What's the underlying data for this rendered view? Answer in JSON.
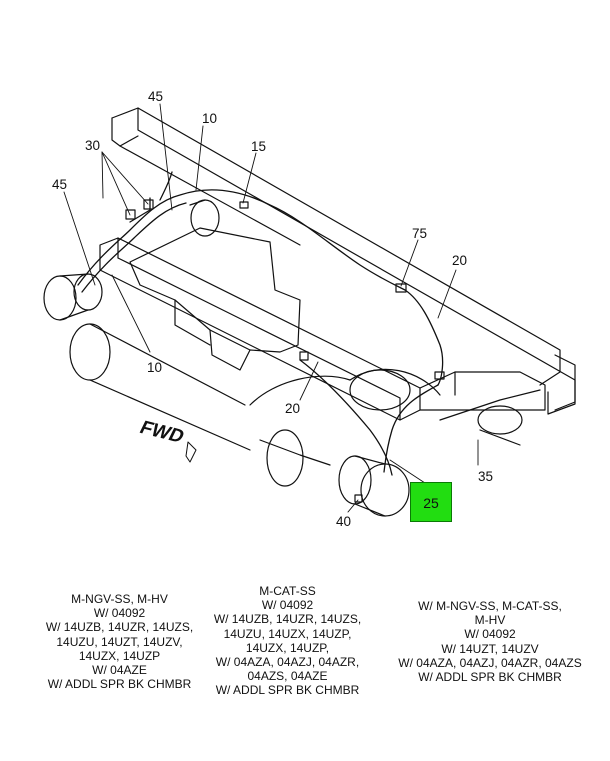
{
  "callouts": {
    "c45_top": "45",
    "c10_top": "10",
    "c15": "15",
    "c30": "30",
    "c45_left": "45",
    "c75": "75",
    "c20_right": "20",
    "c10_bottom": "10",
    "c20_bottom": "20",
    "c35": "35",
    "c40": "40",
    "c25": "25"
  },
  "fwd_label": "FWD",
  "highlight_color": "#22dd11",
  "notes": {
    "left": [
      "M-NGV-SS, M-HV",
      "W/ 04092",
      "W/ 14UZB, 14UZR, 14UZS,",
      "14UZU, 14UZT, 14UZV,",
      "14UZX, 14UZP",
      "W/ 04AZE",
      "W/ ADDL SPR BK CHMBR"
    ],
    "middle": [
      "M-CAT-SS",
      "W/ 04092",
      "W/ 14UZB, 14UZR, 14UZS,",
      "14UZU, 14UZX, 14UZP,",
      "14UZX, 14UZP,",
      "W/ 04AZA, 04AZJ, 04AZR,",
      "04AZS, 04AZE",
      "W/ ADDL SPR BK CHMBR"
    ],
    "right": [
      "W/ M-NGV-SS, M-CAT-SS,",
      "M-HV",
      "W/ 04092",
      "W/ 14UZT, 14UZV",
      "W/ 04AZA, 04AZJ, 04AZR, 04AZS",
      "W/ ADDL SPR BK CHMBR"
    ]
  }
}
